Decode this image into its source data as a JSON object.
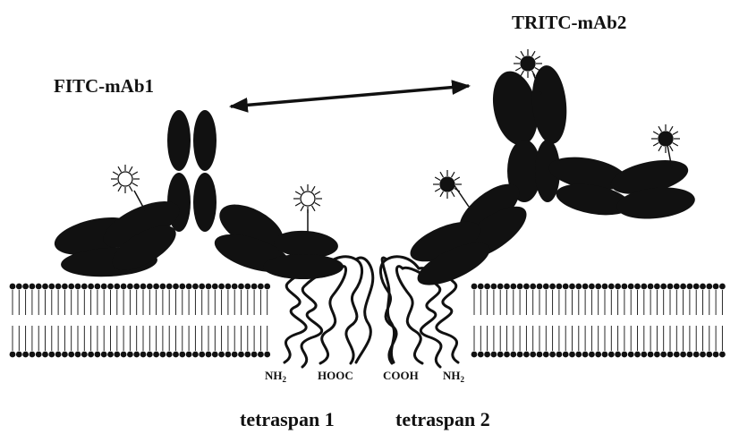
{
  "labels": {
    "mab1": "FITC-mAb1",
    "mab2": "TRITC-mAb2"
  },
  "termini": {
    "nh2_left": "NH",
    "nh2_left_sub": "2",
    "hooc": "HOOC",
    "cooh": "COOH",
    "nh2_right": "NH",
    "nh2_right_sub": "2"
  },
  "proteins": {
    "tetraspan1": "tetraspan 1",
    "tetraspan2": "tetraspan 2"
  },
  "colors": {
    "ink": "#111111",
    "background": "#ffffff",
    "fluorophore_fitc": "#ffffff",
    "fluorophore_tritc": "#111111"
  },
  "icons": {
    "energy_transfer": "double-headed-arrow",
    "fluorophore": "star-burst",
    "lipid_bilayer": "phospholipid-membrane",
    "antibody": "y-shaped-antibody"
  }
}
